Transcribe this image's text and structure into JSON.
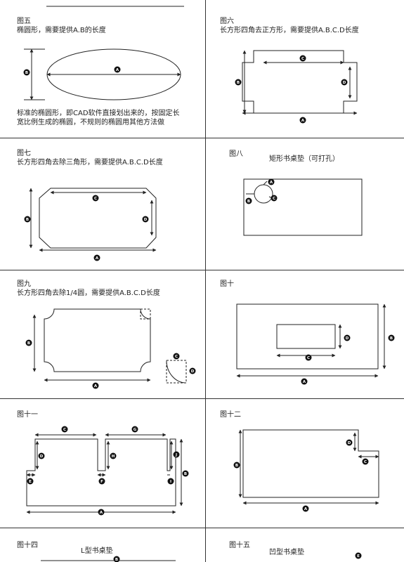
{
  "figures": {
    "f5": {
      "title": "图五",
      "desc": "椭圆形，需要提供A.B的长度",
      "note1": "标准的椭圆形，即CAD软件直接划出来的，按固定长",
      "note2": "宽比例生成的椭圆，不规则的椭圆用其他方法做"
    },
    "f6": {
      "title": "图六",
      "desc": "长方形四角去正方形，需要提供A.B.C.D长度"
    },
    "f7": {
      "title": "图七",
      "desc": "长方形四角去除三角形，需要提供A.B.C.D长度"
    },
    "f8": {
      "title": "图八",
      "desc": "矩形书桌垫（可打孔）"
    },
    "f9": {
      "title": "图九",
      "desc": "长方形四角去除1/4圆，需要提供A.B.C.D长度"
    },
    "f10": {
      "title": "图十"
    },
    "f11": {
      "title": "图十一"
    },
    "f12": {
      "title": "图十二"
    },
    "f14": {
      "title": "图十四",
      "desc": "L型书桌垫"
    },
    "f15": {
      "title": "图十五",
      "desc": "凹型书桌垫"
    }
  },
  "labels": {
    "A": "A",
    "B": "B",
    "C": "C",
    "D": "D",
    "E": "E",
    "F": "F",
    "G": "G",
    "H": "H",
    "I": "I",
    "J": "J"
  }
}
